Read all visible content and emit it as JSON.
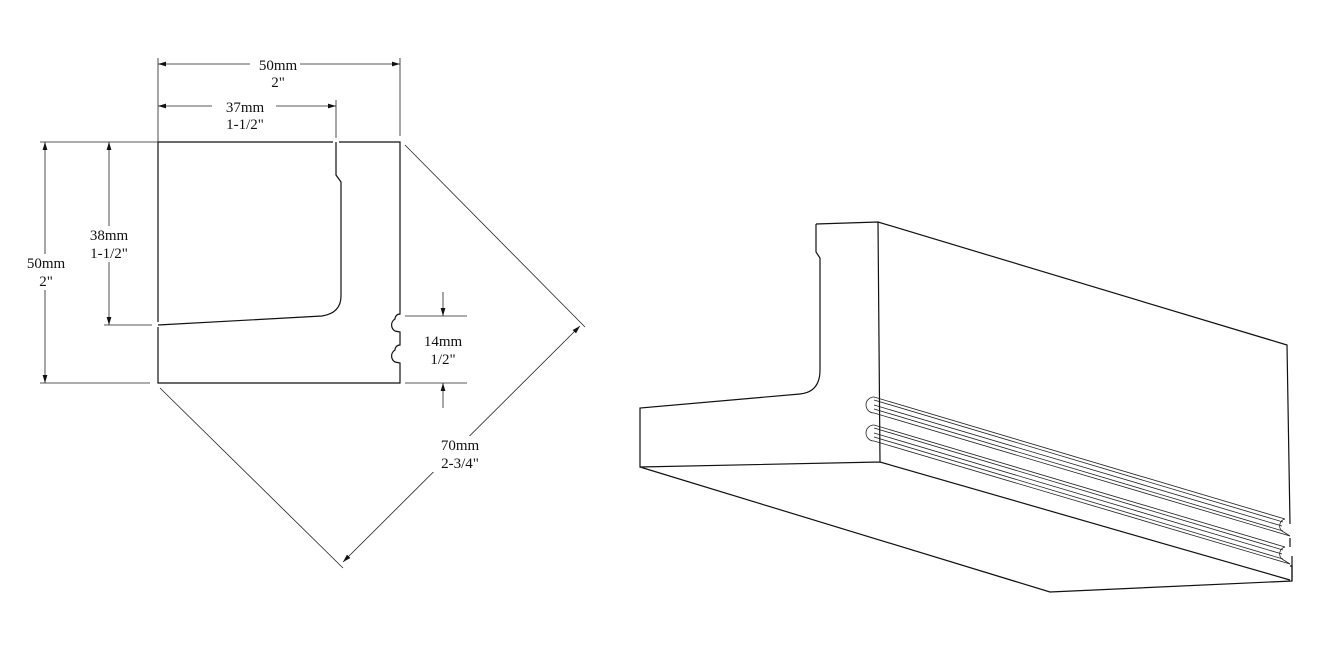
{
  "dimensions": {
    "width_overall": {
      "mm": "50mm",
      "in": "2\""
    },
    "width_inner": {
      "mm": "37mm",
      "in": "1-1/2\""
    },
    "height_overall": {
      "mm": "50mm",
      "in": "2\""
    },
    "height_inner": {
      "mm": "38mm",
      "in": "1-1/2\""
    },
    "groove_spacing": {
      "mm": "14mm",
      "in": "1/2\""
    },
    "diagonal": {
      "mm": "70mm",
      "in": "2-3/4\""
    }
  },
  "colors": {
    "line": "#111111",
    "background": "#ffffff"
  }
}
